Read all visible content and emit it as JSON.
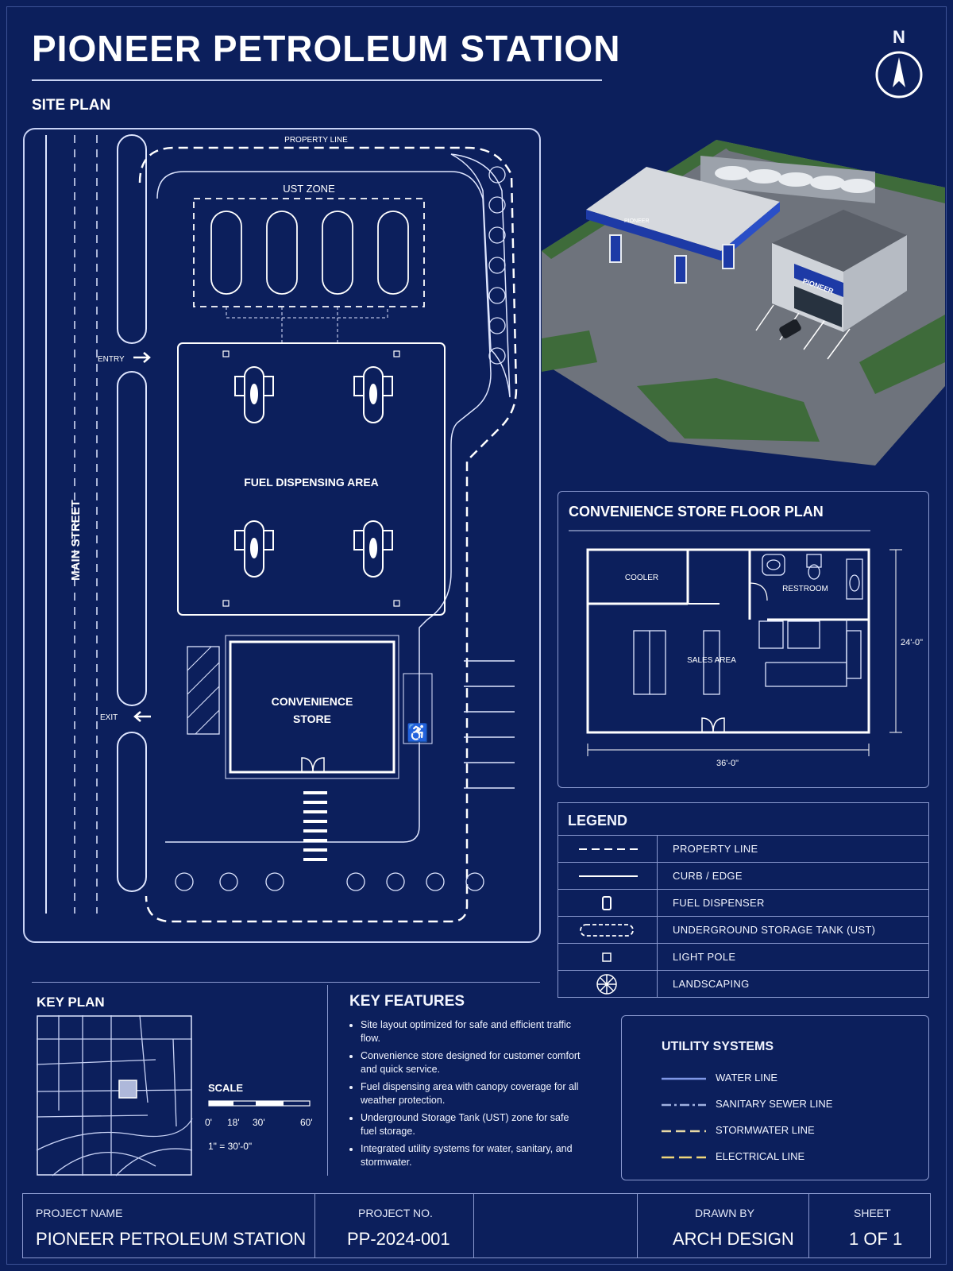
{
  "title": "PIONEER PETROLEUM STATION",
  "north_label": "N",
  "site_plan": {
    "heading": "SITE PLAN",
    "property_line": "PROPERTY LINE",
    "ust_zone": "UST ZONE",
    "fuel_area": "FUEL DISPENSING AREA",
    "store_line1": "CONVENIENCE",
    "store_line2": "STORE",
    "entry": "ENTRY",
    "exit": "EXIT",
    "street": "MAIN STREET"
  },
  "rendering": {
    "canopy_sign": "PIONEER",
    "store_sign": "PIONEER"
  },
  "floor_plan": {
    "heading": "CONVENIENCE STORE FLOOR PLAN",
    "cooler": "COOLER",
    "restroom": "RESTROOM",
    "sales": "SALES AREA",
    "width_dim": "36'-0\"",
    "depth_dim": "24'-0\""
  },
  "legend": {
    "heading": "LEGEND",
    "items": [
      {
        "label": "PROPERTY LINE",
        "icon": "dashed-line"
      },
      {
        "label": "CURB / EDGE",
        "icon": "solid-line"
      },
      {
        "label": "FUEL DISPENSER",
        "icon": "dispenser"
      },
      {
        "label": "UNDERGROUND STORAGE TANK (UST)",
        "icon": "tank"
      },
      {
        "label": "LIGHT POLE",
        "icon": "square"
      },
      {
        "label": "LANDSCAPING",
        "icon": "tree"
      }
    ]
  },
  "key_plan": {
    "heading": "KEY PLAN",
    "scale_heading": "SCALE",
    "scale_ticks": [
      "0'",
      "18'",
      "30'",
      "60'"
    ],
    "scale_note": "1\" = 30'-0\""
  },
  "key_features": {
    "heading": "KEY FEATURES",
    "items": [
      "Site layout optimized for safe and efficient traffic flow.",
      "Convenience store designed for customer comfort and quick service.",
      "Fuel dispensing area with canopy coverage for all weather protection.",
      "Underground Storage Tank (UST) zone for safe fuel storage.",
      "Integrated utility systems for water, sanitary, and stormwater."
    ]
  },
  "utility": {
    "heading": "UTILITY SYSTEMS",
    "items": [
      {
        "label": "WATER LINE",
        "color": "#7f97e6"
      },
      {
        "label": "SANITARY SEWER LINE",
        "color": "#9fb0e0"
      },
      {
        "label": "STORMWATER LINE",
        "color": "#e8d9a6"
      },
      {
        "label": "ELECTRICAL LINE",
        "color": "#f0d77a"
      }
    ]
  },
  "title_block": {
    "project_name_label": "PROJECT NAME",
    "project_name": "PIONEER PETROLEUM STATION",
    "project_no_label": "PROJECT NO.",
    "project_no": "PP-2024-001",
    "drawn_by_label": "DRAWN BY",
    "drawn_by": "ARCH DESIGN",
    "sheet_label": "SHEET",
    "sheet": "1 OF 1"
  },
  "colors": {
    "background": "#0c1f5c",
    "line": "#dfe6ff",
    "accent": "#2d4cb8"
  }
}
